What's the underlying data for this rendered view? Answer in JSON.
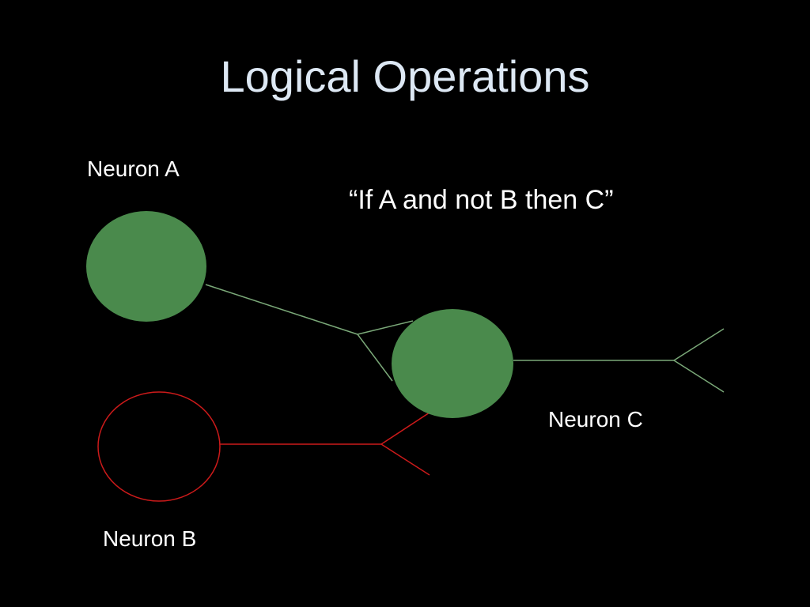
{
  "slide": {
    "title": "Logical Operations",
    "caption": "“If A and not B then C”"
  },
  "neurons": {
    "a": {
      "label": "Neuron A",
      "state": "active"
    },
    "b": {
      "label": "Neuron B",
      "state": "inactive"
    },
    "c": {
      "label": "Neuron C",
      "state": "active"
    }
  },
  "colors": {
    "background": "#000000",
    "title": "#dde8f4",
    "text": "#ffffff",
    "active_fill": "#4a8a4c",
    "active_line": "#7aa878",
    "inhibitory": "#cc1a1a"
  }
}
